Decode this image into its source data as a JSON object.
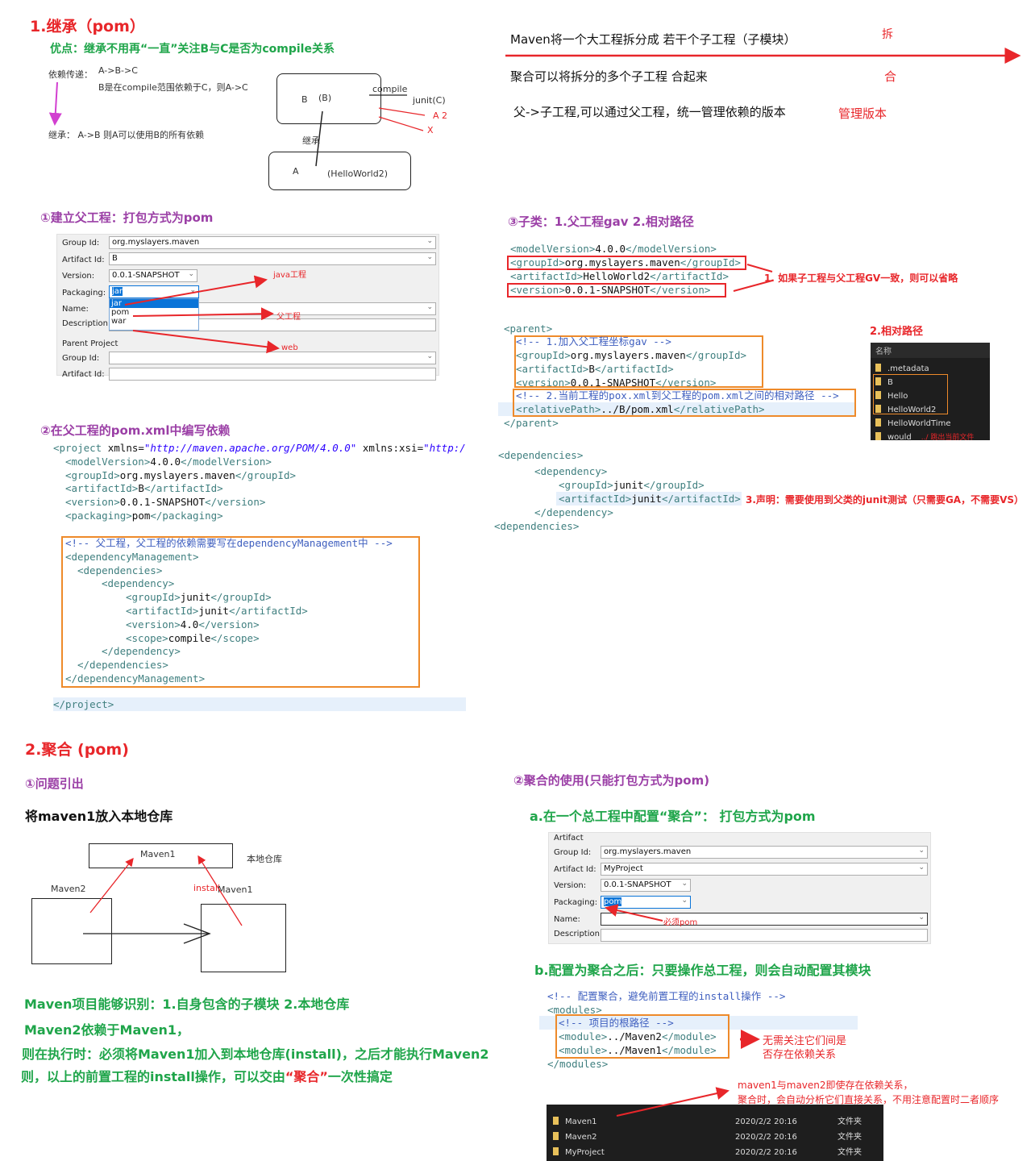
{
  "s1": {
    "title": "1.继承（pom）",
    "advantage": "优点：继承不用再“一直”关注B与C是否为compile关系",
    "dep_label": "依赖传递：",
    "dep_chain": "A->B->C",
    "dep_desc": "B是在compile范围依赖于C，则A->C",
    "inherit": "继承：   A->B   则A可以使用B的所有依赖",
    "diagram": {
      "b": "B",
      "b_paren": "(B)",
      "compile": "compile",
      "junit": "junit(C)",
      "a2": "A 2",
      "x": "X",
      "inherit": "继承",
      "a": "A",
      "a_paren": "(HelloWorld2)"
    }
  },
  "intro": {
    "split": "Maven将一个大工程拆分成 若干个子工程（子模块）",
    "split_tag": "拆",
    "merge": "聚合可以将拆分的多个子工程 合起来",
    "merge_tag": "合",
    "parent": "父->子工程,可以通过父工程，统一管理依赖的版本",
    "parent_tag": "管理版本"
  },
  "step1": {
    "title": "①建立父工程：打包方式为pom",
    "form": {
      "group_label": "Group Id:",
      "group_value": "org.myslayers.maven",
      "artifact_label": "Artifact Id:",
      "artifact_value": "B",
      "version_label": "Version:",
      "version_value": "0.0.1-SNAPSHOT",
      "packaging_label": "Packaging:",
      "packaging_value": "jar",
      "name_label": "Name:",
      "description_label": "Description:",
      "options": [
        "jar",
        "pom",
        "war"
      ],
      "parent_label": "Parent Project",
      "parent_group_label": "Group Id:",
      "parent_artifact_label": "Artifact Id:"
    },
    "notes": [
      "java工程",
      "父工程",
      "web"
    ]
  },
  "step2": {
    "title": "②在父工程的pom.xml中编写依赖",
    "code": [
      "<project xmlns=\"http://maven.apache.org/POM/4.0.0\" xmlns:xsi=\"http:/",
      "<modelVersion>4.0.0</modelVersion>",
      "<groupId>org.myslayers.maven</groupId>",
      "<artifactId>B</artifactId>",
      "<version>0.0.1-SNAPSHOT</version>",
      "<packaging>pom</packaging>",
      "<!-- 父工程，父工程的依赖需要写在dependencyManagement中 -->",
      "<dependencyManagement>",
      "<dependencies>",
      "<dependency>",
      "<groupId>junit</groupId>",
      "<artifactId>junit</artifactId>",
      "<version>4.0</version>",
      "<scope>compile</scope>",
      "</dependency>",
      "</dependencies>",
      "</dependencyManagement>",
      "</project>"
    ]
  },
  "step3": {
    "title": "③子类：1.父工程gav   2.相对路径",
    "code": [
      "<modelVersion>4.0.0</modelVersion>",
      "<groupId>org.myslayers.maven</groupId>",
      "<artifactId>HelloWorld2</artifactId>",
      "<version>0.0.1-SNAPSHOT</version>"
    ],
    "note1": "1. 如果子工程与父工程GV一致，则可以省略",
    "parent_code": [
      "<parent>",
      "<!-- 1.加入父工程坐标gav -->",
      "<groupId>org.myslayers.maven</groupId>",
      "<artifactId>B</artifactId>",
      "<version>0.0.1-SNAPSHOT</version>",
      "<!-- 2.当前工程的pox.xml到父工程的pom.xml之间的相对路径 -->",
      "<relativePath>../B/pom.xml</relativePath>",
      "</parent>"
    ],
    "note2": "2.相对路径",
    "explorer": {
      "header": "名称",
      "items": [
        ".metadata",
        "B",
        "Hello",
        "HelloWorld2",
        "HelloWorldTime",
        "would"
      ],
      "note": "../ 跳出当前文件"
    },
    "dep_code": [
      "<dependencies>",
      "<dependency>",
      "<groupId>junit</groupId>",
      "<artifactId>junit</artifactId>",
      "</dependency>",
      "<dependencies>"
    ],
    "note3": "3.声明：需要使用到父类的junit测试（只需要GA，不需要VS）"
  },
  "s2": {
    "title": "2.聚合 (pom)",
    "sub1": "①问题引出",
    "lead": "将maven1放入本地仓库",
    "diagram": {
      "repo_item": "Maven1",
      "repo_label": "本地仓库",
      "maven2": "Maven2",
      "install": "install",
      "maven1": "Maven1"
    },
    "lines": [
      "Maven项目能够识别：1.自身包含的子模块   2.本地仓库",
      "Maven2依赖于Maven1，",
      "则在执行时：必须将Maven1加入到本地仓库(install)，之后才能执行Maven2"
    ],
    "last_line_a": "则，以上的前置工程的install操作，可以交由",
    "last_line_b": "“聚合”",
    "last_line_c": "一次性搞定",
    "sub2": "②聚合的使用(只能打包方式为pom)",
    "a_title": "a.在一个总工程中配置“聚合”： 打包方式为pom",
    "form": {
      "section": "Artifact",
      "group_label": "Group Id:",
      "group_value": "org.myslayers.maven",
      "artifact_label": "Artifact Id:",
      "artifact_value": "MyProject",
      "version_label": "Version:",
      "version_value": "0.0.1-SNAPSHOT",
      "packaging_label": "Packaging:",
      "packaging_value": "pom",
      "name_label": "Name:",
      "description_label": "Description:",
      "note": "必须pom"
    },
    "b_title": "b.配置为聚合之后：只要操作总工程，则会自动配置其模块",
    "code": [
      "<!-- 配置聚合，避免前置工程的install操作 -->",
      "<modules>",
      "<!-- 项目的根路径 -->",
      "<module>../Maven2</module>",
      "<module>../Maven1</module>",
      "</modules>"
    ],
    "note_a": [
      "无需关注它们间是",
      "否存在依赖关系"
    ],
    "note_b": [
      "maven1与maven2即使存在依赖关系，",
      "聚合时，会自动分析它们直接关系，不用注意配置时二者顺序"
    ],
    "explorer": [
      {
        "name": "Maven1",
        "date": "2020/2/2 20:16",
        "type": "文件夹"
      },
      {
        "name": "Maven2",
        "date": "2020/2/2 20:16",
        "type": "文件夹"
      },
      {
        "name": "MyProject",
        "date": "2020/2/2 20:16",
        "type": "文件夹"
      }
    ]
  },
  "colors": {
    "red": "#e8262a",
    "green": "#1fa54a",
    "purple": "#9b3fa6",
    "orange": "#ee8a2a"
  }
}
